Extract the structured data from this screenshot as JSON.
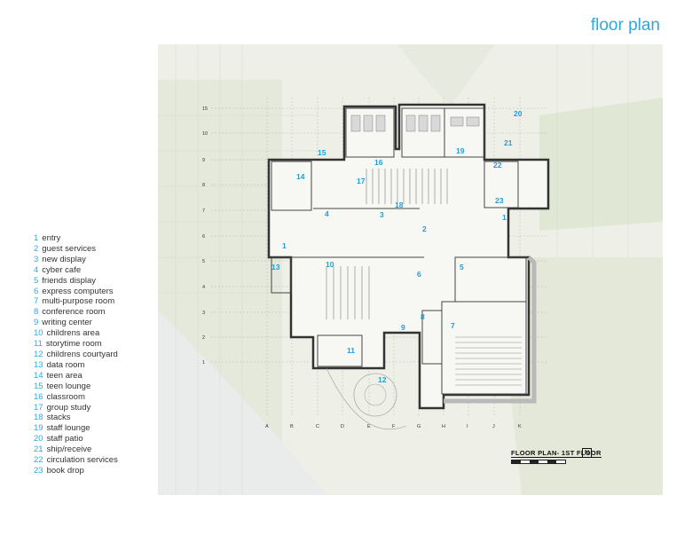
{
  "page": {
    "title": "floor plan"
  },
  "legend": [
    {
      "num": "1",
      "label": "entry"
    },
    {
      "num": "2",
      "label": "guest services"
    },
    {
      "num": "3",
      "label": "new display"
    },
    {
      "num": "4",
      "label": "cyber cafe"
    },
    {
      "num": "5",
      "label": "friends display"
    },
    {
      "num": "6",
      "label": "express computers"
    },
    {
      "num": "7",
      "label": "multi-purpose room"
    },
    {
      "num": "8",
      "label": "conference room"
    },
    {
      "num": "9",
      "label": "writing center"
    },
    {
      "num": "10",
      "label": "childrens area"
    },
    {
      "num": "11",
      "label": "storytime room"
    },
    {
      "num": "12",
      "label": "childrens courtyard"
    },
    {
      "num": "13",
      "label": "data room"
    },
    {
      "num": "14",
      "label": "teen area"
    },
    {
      "num": "15",
      "label": "teen lounge"
    },
    {
      "num": "16",
      "label": "classroom"
    },
    {
      "num": "17",
      "label": "group study"
    },
    {
      "num": "18",
      "label": "stacks"
    },
    {
      "num": "19",
      "label": "staff lounge"
    },
    {
      "num": "20",
      "label": "staff patio"
    },
    {
      "num": "21",
      "label": "ship/receive"
    },
    {
      "num": "22",
      "label": "circulation services"
    },
    {
      "num": "23",
      "label": "book drop"
    }
  ],
  "plan": {
    "caption": "FLOOR PLAN- 1ST FLOOR",
    "north_label": "N",
    "grid_columns": [
      "A",
      "B",
      "C",
      "D",
      "E",
      "F",
      "G",
      "H",
      "I",
      "J",
      "K"
    ],
    "grid_rows": [
      "15",
      "10",
      "9",
      "8",
      "7",
      "6",
      "5",
      "4",
      "3",
      "2",
      "1"
    ],
    "colors": {
      "accent": "#2ea8df",
      "wall": "#3a3a3a",
      "landscape": "#dfe6d3",
      "floor": "#f7f7f4"
    }
  }
}
